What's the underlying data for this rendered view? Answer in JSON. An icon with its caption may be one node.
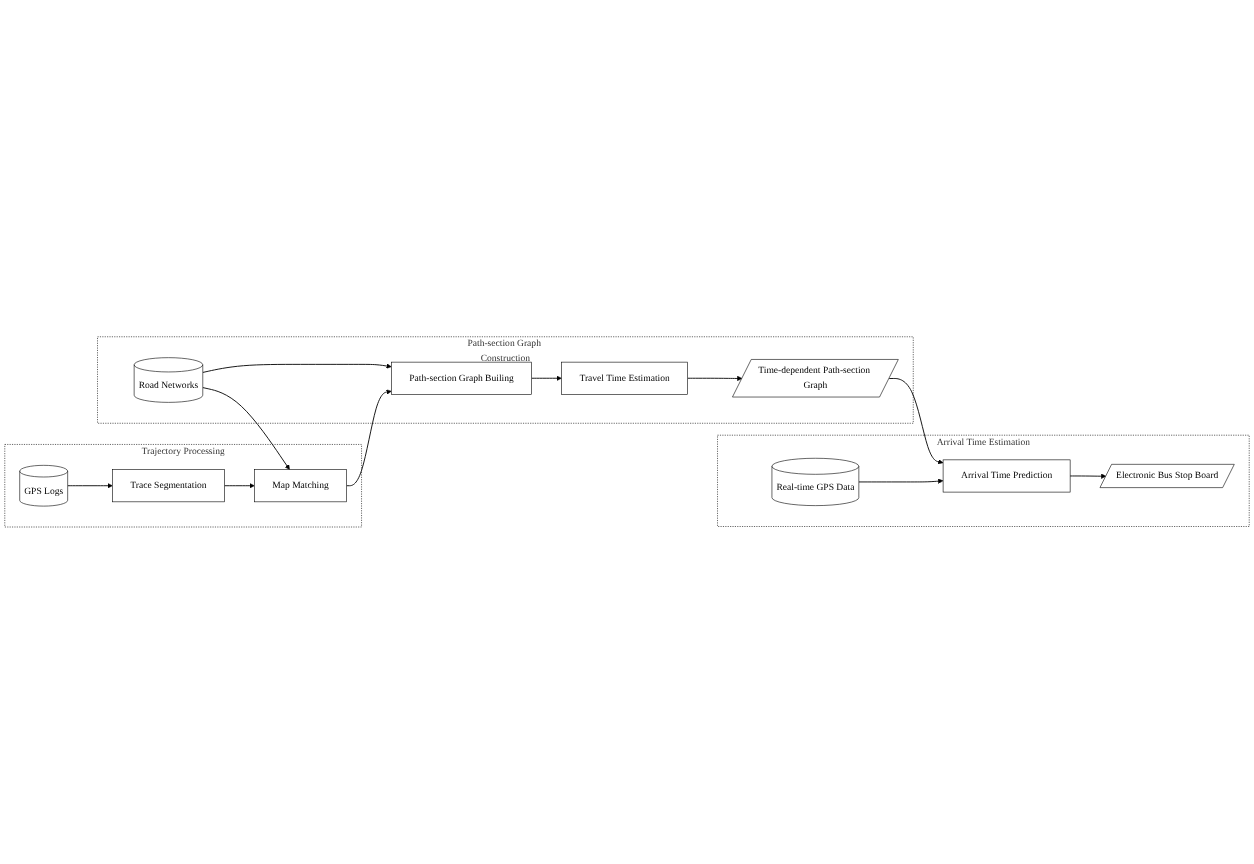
{
  "diagram": {
    "nodes": [
      {
        "text": [
          "Trajectory Processing"
        ]
      },
      {
        "text": [
          "GPS Logs"
        ],
        "in": 0
      },
      {
        "text": [
          "Trace Segmentation"
        ],
        "in": 0
      },
      {
        "text": [
          "Map Matching"
        ],
        "in": 0
      },
      {
        "text": [
          "Path-section Graph Construction"
        ]
      },
      {
        "text": [
          "Road Networks"
        ],
        "in": 4
      },
      {
        "text": [
          "Path-section Graph Builing"
        ],
        "in": 4
      },
      {
        "text": [
          "Travel Time Estimation"
        ],
        "in": 4
      },
      {
        "text": [
          "Time-dependent Path-section Graph"
        ],
        "in": 4
      },
      {
        "text": [
          "Arrival Time Estimation"
        ]
      },
      {
        "text": [
          "Real-time GPS Data"
        ],
        "in": 9
      },
      {
        "text": [
          "Arrival Time Prediction"
        ],
        "in": 9
      },
      {
        "text": [
          "Electronic Bus Stop Board"
        ],
        "in": 9
      }
    ],
    "edges": [
      {
        "from": 1,
        "to": 2,
        "arrow": "to"
      },
      {
        "from": 2,
        "to": 3,
        "arrow": "to"
      },
      {
        "from": 5,
        "to": 6,
        "arrow": "to"
      },
      {
        "from": 5,
        "to": 3,
        "arrow": "to"
      },
      {
        "from": 3,
        "to": 6,
        "arrow": "to"
      },
      {
        "from": 6,
        "to": 7,
        "arrow": "to"
      },
      {
        "from": 7,
        "to": 8,
        "arrow": "to"
      },
      {
        "from": 8,
        "to": 11,
        "arrow": "to"
      },
      {
        "from": 10,
        "to": 11,
        "arrow": "to"
      },
      {
        "from": 11,
        "to": 12,
        "arrow": "to"
      }
    ]
  }
}
